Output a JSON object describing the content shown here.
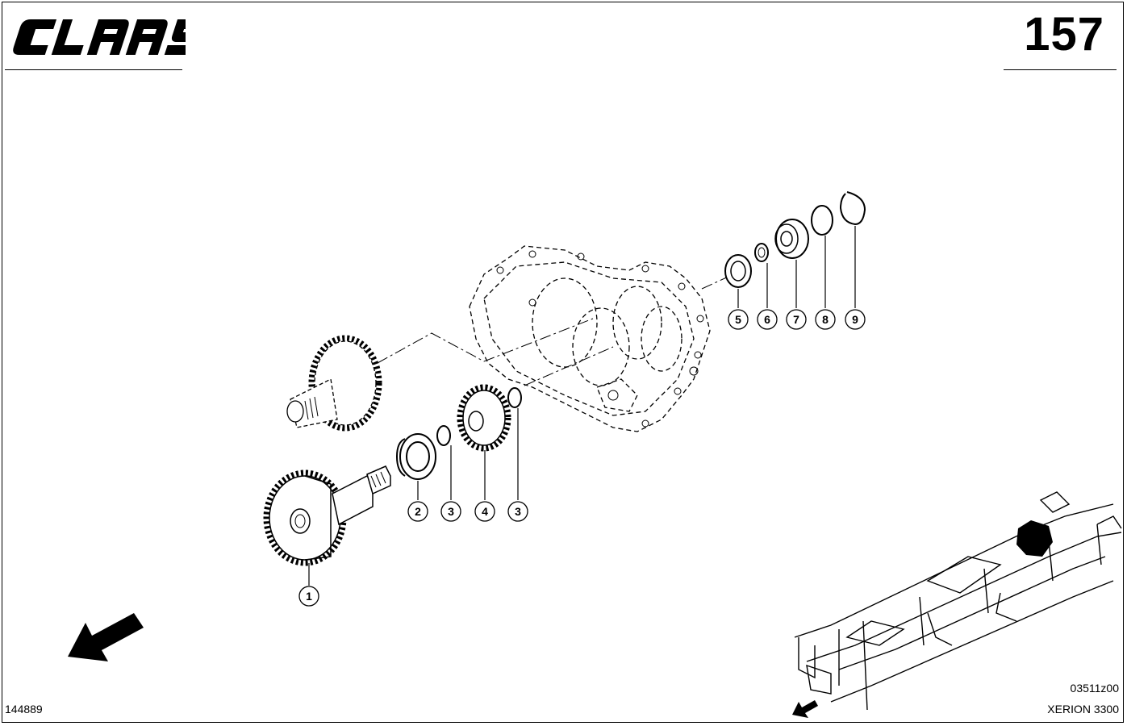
{
  "brand": "CLAAS",
  "page_number": "157",
  "drawing_code": "03511z00",
  "model": "XERION 3300",
  "doc_number": "144889",
  "callouts": [
    "1",
    "2",
    "3",
    "4",
    "3",
    "5",
    "6",
    "7",
    "8",
    "9"
  ]
}
